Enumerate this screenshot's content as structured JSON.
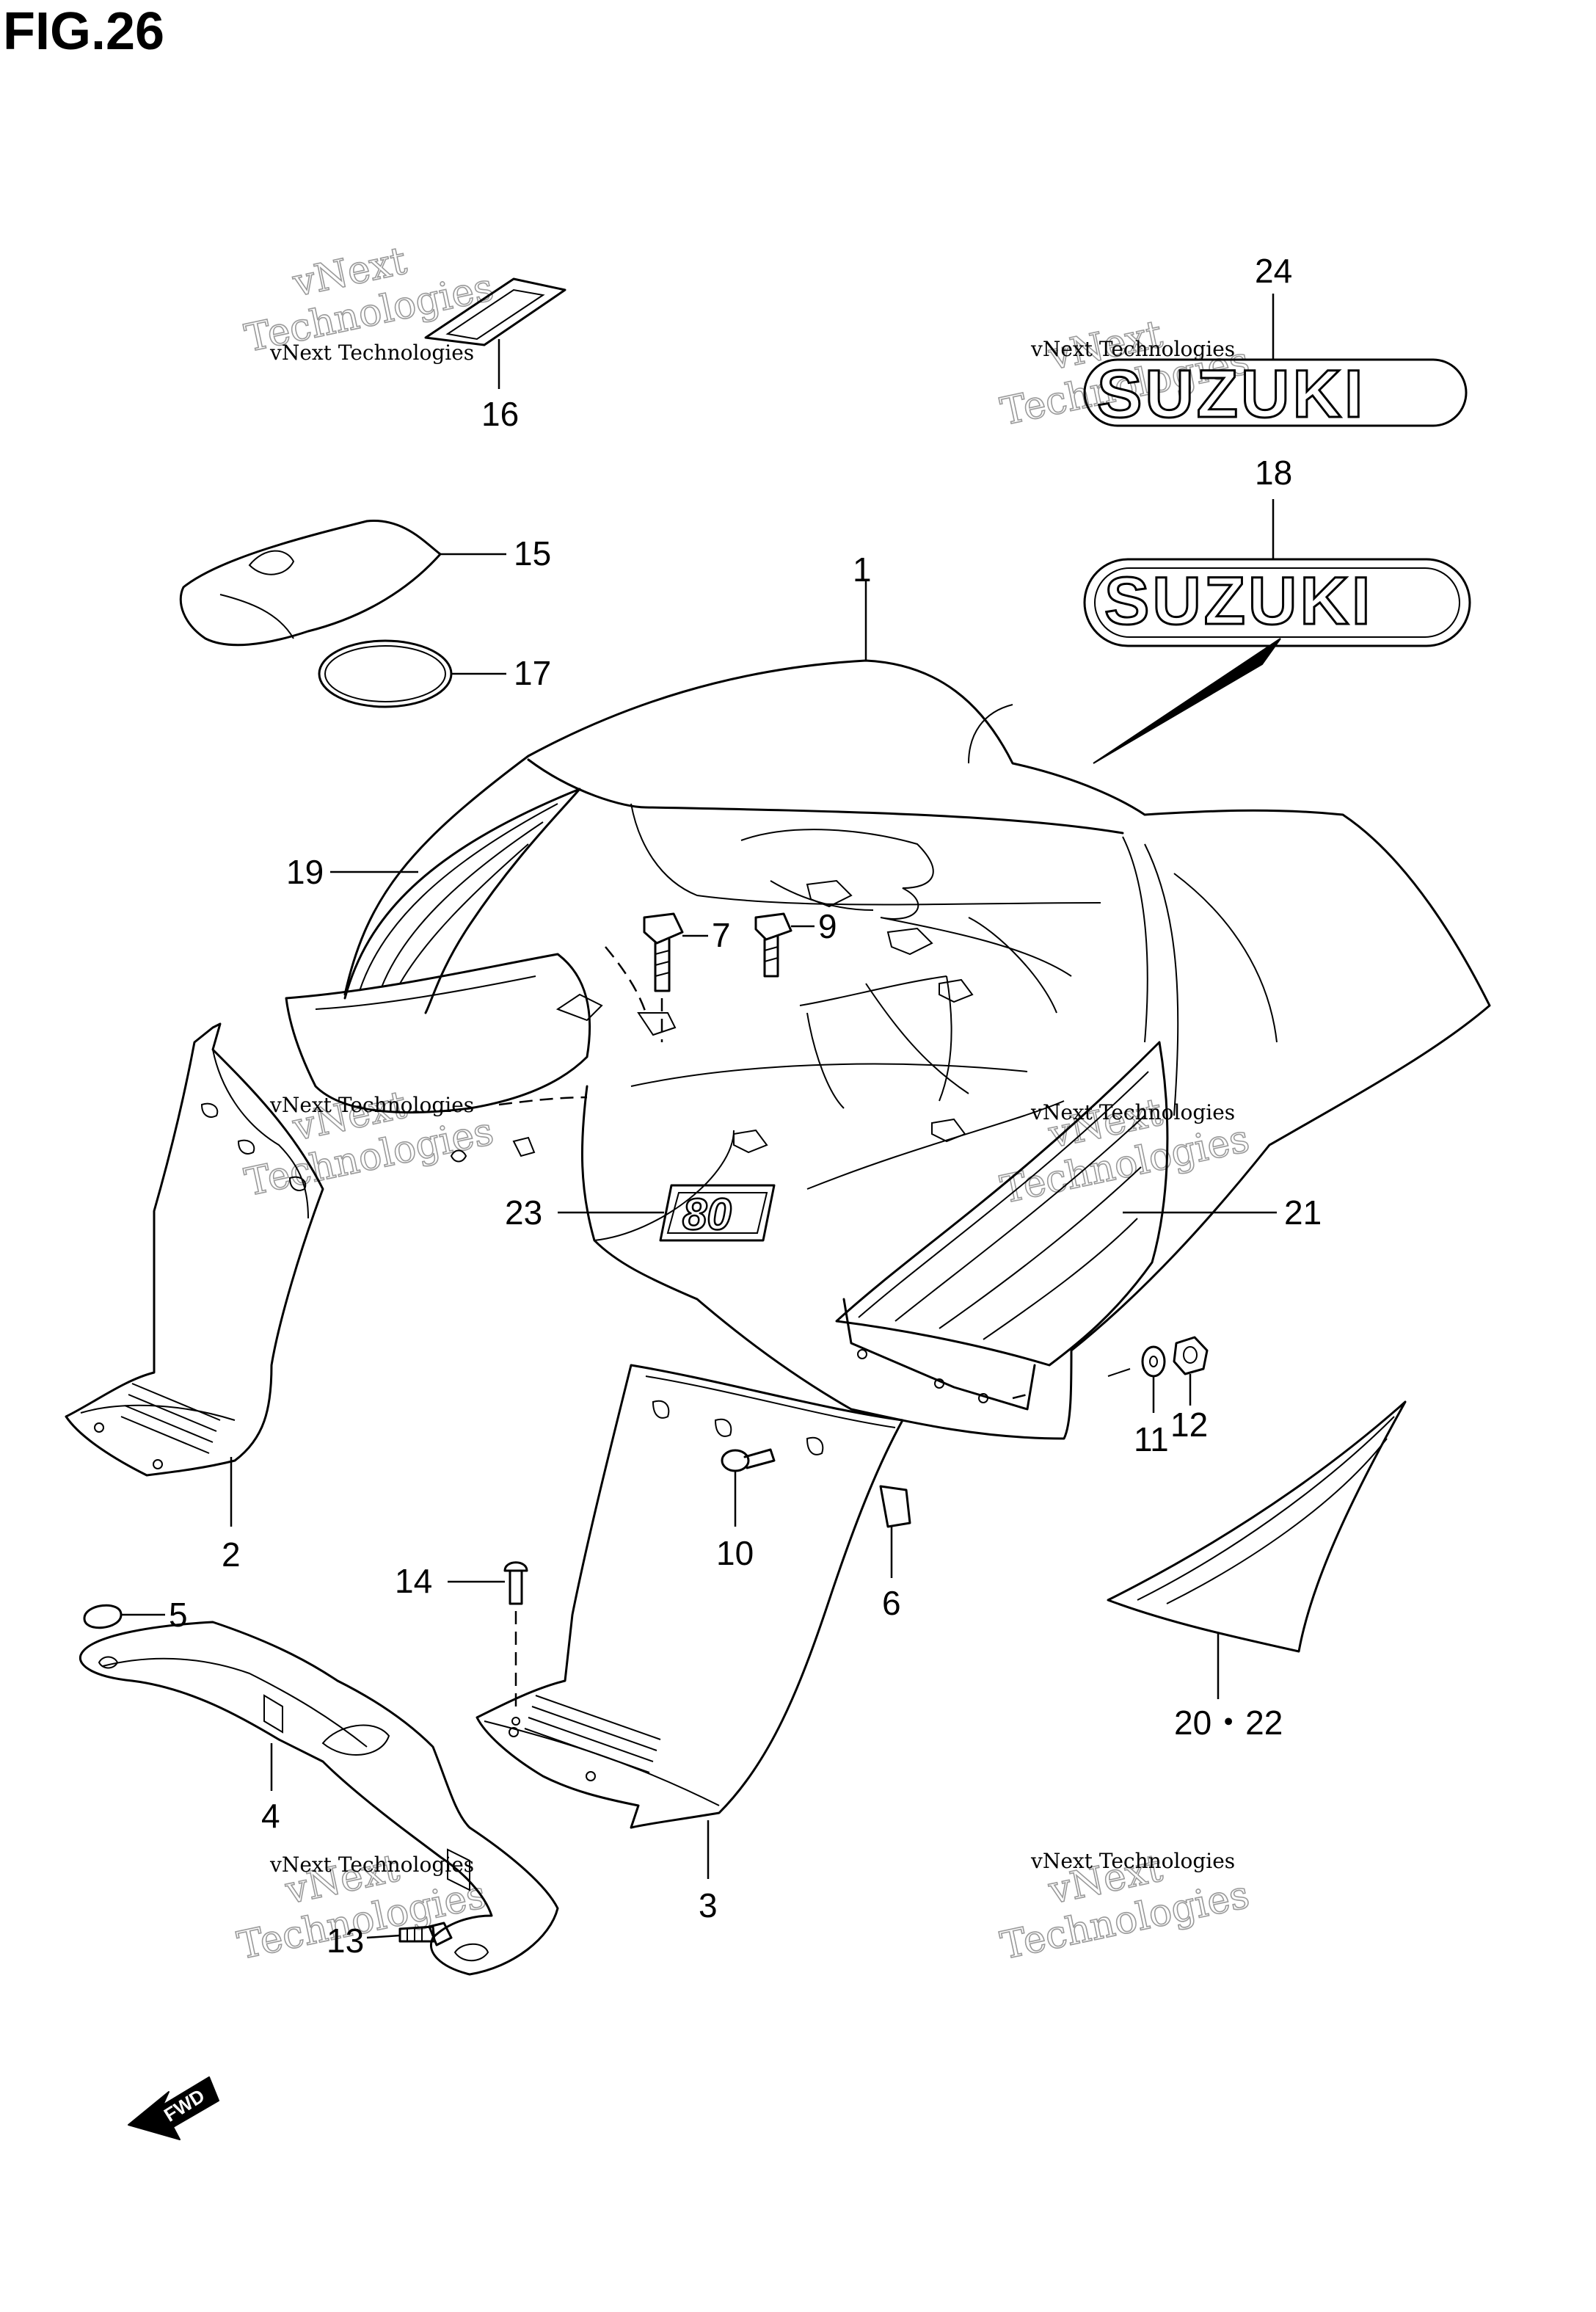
{
  "figure": {
    "title": "FIG.26"
  },
  "watermark": {
    "line1": "vNext Technologies",
    "line2a": "vNext",
    "line2b": "Technologies"
  },
  "decals": {
    "suzuki_top": "SUZUKI",
    "suzuki_main": "SUZUKI",
    "badge": "80"
  },
  "fwd_arrow": {
    "text": "FWD"
  },
  "callouts": {
    "c1": "1",
    "c2": "2",
    "c3": "3",
    "c4": "4",
    "c5": "5",
    "c6": "6",
    "c7": "7",
    "c9": "9",
    "c10": "10",
    "c11": "11",
    "c12": "12",
    "c13": "13",
    "c14": "14",
    "c15": "15",
    "c16": "16",
    "c17": "17",
    "c18": "18",
    "c19": "19",
    "c20_22": "20・22",
    "c21": "21",
    "c23": "23",
    "c24": "24"
  }
}
